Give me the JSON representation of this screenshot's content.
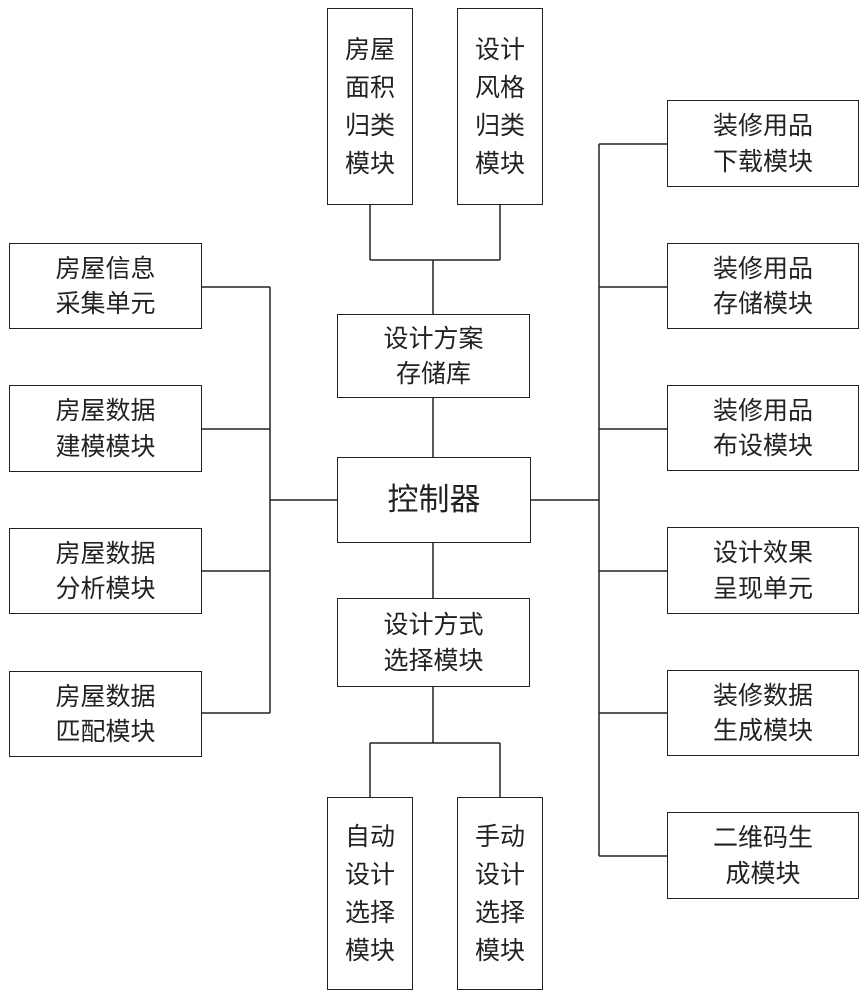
{
  "diagram": {
    "controller": "控制器",
    "storage": "设计方案\n存储库",
    "method_select": "设计方式\n选择模块",
    "top_modules": [
      "房屋\n面积\n归类\n模块",
      "设计\n风格\n归类\n模块"
    ],
    "bottom_modules": [
      "自动\n设计\n选择\n模块",
      "手动\n设计\n选择\n模块"
    ],
    "left_modules": [
      "房屋信息\n采集单元",
      "房屋数据\n建模模块",
      "房屋数据\n分析模块",
      "房屋数据\n匹配模块"
    ],
    "right_modules": [
      "装修用品\n下载模块",
      "装修用品\n存储模块",
      "装修用品\n布设模块",
      "设计效果\n呈现单元",
      "装修数据\n生成模块",
      "二维码生\n成模块"
    ]
  }
}
